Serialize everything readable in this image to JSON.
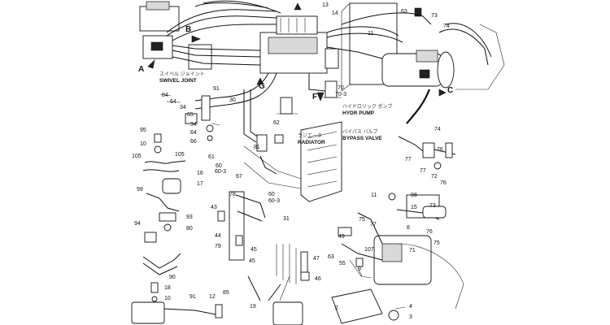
{
  "callouts": [
    {
      "id": "c-13",
      "text": "13"
    },
    {
      "id": "c-14",
      "text": "14"
    },
    {
      "id": "c-11a",
      "text": "11"
    },
    {
      "id": "c-63a",
      "text": "63"
    },
    {
      "id": "c-73a",
      "text": "73"
    },
    {
      "id": "c-74a",
      "text": "74"
    },
    {
      "id": "c-B",
      "text": "B"
    },
    {
      "id": "c-A",
      "text": "A"
    },
    {
      "id": "c-G",
      "text": "G"
    },
    {
      "id": "c-F",
      "text": "F"
    },
    {
      "id": "c-C",
      "text": "C"
    },
    {
      "id": "c-91a",
      "text": "91"
    },
    {
      "id": "c-30",
      "text": "30"
    },
    {
      "id": "c-70",
      "text": "70"
    },
    {
      "id": "c-70-3",
      "text": "70-3"
    },
    {
      "id": "c-84",
      "text": "84"
    },
    {
      "id": "c-64a",
      "text": "64"
    },
    {
      "id": "c-34a",
      "text": "34"
    },
    {
      "id": "c-65",
      "text": "65"
    },
    {
      "id": "c-34b",
      "text": "34"
    },
    {
      "id": "c-64b",
      "text": "64"
    },
    {
      "id": "c-66",
      "text": "66"
    },
    {
      "id": "c-62",
      "text": "62"
    },
    {
      "id": "c-81",
      "text": "81"
    },
    {
      "id": "c-61",
      "text": "61"
    },
    {
      "id": "c-60a",
      "text": "60"
    },
    {
      "id": "c-60-3a",
      "text": "60-3"
    },
    {
      "id": "c-67",
      "text": "67"
    },
    {
      "id": "c-95",
      "text": "95"
    },
    {
      "id": "c-10",
      "text": "10"
    },
    {
      "id": "c-105a",
      "text": "105"
    },
    {
      "id": "c-105b",
      "text": "105"
    },
    {
      "id": "c-16",
      "text": "16"
    },
    {
      "id": "c-17",
      "text": "17"
    },
    {
      "id": "c-99",
      "text": "99"
    },
    {
      "id": "c-93",
      "text": "93"
    },
    {
      "id": "c-80",
      "text": "80"
    },
    {
      "id": "c-94",
      "text": "94"
    },
    {
      "id": "c-90",
      "text": "90"
    },
    {
      "id": "c-18",
      "text": "18"
    },
    {
      "id": "c-10b",
      "text": "10"
    },
    {
      "id": "c-43",
      "text": "43"
    },
    {
      "id": "c-78",
      "text": "78"
    },
    {
      "id": "c-60b",
      "text": "60"
    },
    {
      "id": "c-60-3b",
      "text": "60-3"
    },
    {
      "id": "c-31",
      "text": "31"
    },
    {
      "id": "c-44",
      "text": "44"
    },
    {
      "id": "c-79",
      "text": "79"
    },
    {
      "id": "c-45a",
      "text": "45"
    },
    {
      "id": "c-45b",
      "text": "45"
    },
    {
      "id": "c-47",
      "text": "47"
    },
    {
      "id": "c-46",
      "text": "46"
    },
    {
      "id": "c-19",
      "text": "19"
    },
    {
      "id": "c-91b",
      "text": "91"
    },
    {
      "id": "c-12",
      "text": "12"
    },
    {
      "id": "c-85",
      "text": "85"
    },
    {
      "id": "c-74b",
      "text": "74"
    },
    {
      "id": "c-76a",
      "text": "76"
    },
    {
      "id": "c-77a",
      "text": "77"
    },
    {
      "id": "c-77b",
      "text": "77"
    },
    {
      "id": "c-72",
      "text": "72"
    },
    {
      "id": "c-76b",
      "text": "76"
    },
    {
      "id": "c-11b",
      "text": "11"
    },
    {
      "id": "c-98",
      "text": "98"
    },
    {
      "id": "c-15",
      "text": "15"
    },
    {
      "id": "c-73b",
      "text": "73"
    },
    {
      "id": "c-75",
      "text": "75"
    },
    {
      "id": "c-77c",
      "text": "77"
    },
    {
      "id": "c-8",
      "text": "8"
    },
    {
      "id": "c-76c",
      "text": "76"
    },
    {
      "id": "c-49",
      "text": "49"
    },
    {
      "id": "c-75b",
      "text": "75"
    },
    {
      "id": "c-71",
      "text": "71"
    },
    {
      "id": "c-107",
      "text": "107"
    },
    {
      "id": "c-63b",
      "text": "63"
    },
    {
      "id": "c-55",
      "text": "55"
    },
    {
      "id": "c-9",
      "text": "9"
    },
    {
      "id": "c-4",
      "text": "4"
    },
    {
      "id": "c-2",
      "text": "2"
    },
    {
      "id": "c-3",
      "text": "3"
    }
  ],
  "captions": {
    "swivel_jp": "スイベル ジョイント",
    "swivel_en": "SWIVEL JOINT",
    "pump_jp": "ハイドロリック ポンプ",
    "pump_en": "HYDR PUMP",
    "radiator_jp": "ラジエータ",
    "radiator_en": "RADIATOR",
    "bypass_jp": "バイパス バルブ",
    "bypass_en": "BYPASS VALVE"
  },
  "colors": {
    "ink": "#111111",
    "paper": "#ffffff",
    "shade": "#d9d9d9"
  }
}
